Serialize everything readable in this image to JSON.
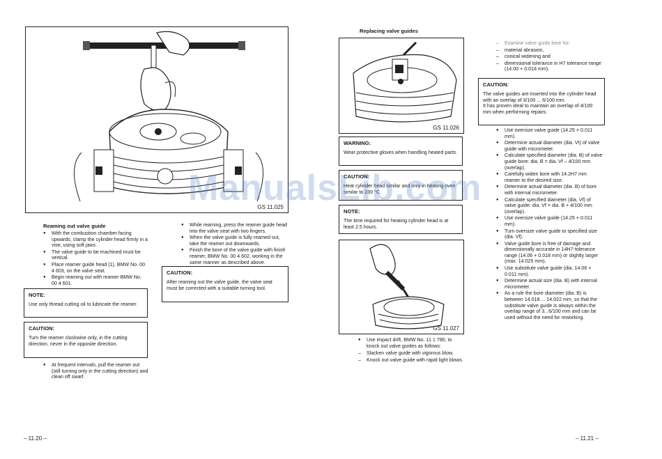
{
  "left_page": {
    "figure_main": {
      "caption": "GS 11.025"
    },
    "section_title": "Reaming out valve guide",
    "col1_bullets": [
      "With the combustion chamber facing upwards, clamp the cylinder head firmly in a vise, using soft jaws.",
      "The valve guide to be machined must be vertical.",
      "Place reamer guide head (1), BMW No. 00 4 603, on the valve seat.",
      "Begin reaming out with reamer BMW No. 00 4 601."
    ],
    "note1": {
      "title": "NOTE:",
      "text": "Use only thread cutting oil to lubricate the reamer."
    },
    "caution1": {
      "title": "CAUTION:",
      "text": "Turn the reamer clockwise only, in the cutting direction, never in the opposite direction."
    },
    "col1_bullets_2": [
      "At frequent intervals, pull the reamer out (still turning only in the cutting direction) and clean off swarf."
    ],
    "col2_bullets": [
      "While reaming, press the reamer guide head into the valve seat with two fingers.",
      "When the valve guide is fully reamed out, take the reamer out downwards.",
      "Finish the bore of the valve guide with finish reamer, BMW No. 00 4 602, working in the same manner as described above."
    ],
    "caution2": {
      "title": "CAUTION:",
      "text": "After reaming out the valve guide, the valve seat must be corrected with a suitable turning tool."
    },
    "page_number": "– 11.20 –"
  },
  "right_page": {
    "section_title": "Replacing valve guides",
    "figure_top": {
      "caption": "GS 11.026"
    },
    "warning": {
      "title": "WARNING:",
      "text": "Wear protective gloves when handling heated parts."
    },
    "caution_a": {
      "title": "CAUTION:",
      "text": "Heat cylinder head similar and only in heating oven similar to 230 °C."
    },
    "note": {
      "title": "NOTE:",
      "text": "The time required for heating cylinder head is at least 2.5 hours."
    },
    "figure_bottom": {
      "caption": "GS 11.027"
    },
    "col1_bullets": [
      "Use impact drift, BMW No. 11 1 780, to knock out valve guides as follows:"
    ],
    "col1_dashes": [
      "Slacken valve guide with vigorous blow,",
      "Knock out valve guide with rapid light blows."
    ],
    "col2_dashes_top": [
      "Examine valve guide bore for:",
      "material abrasion,",
      "conical widening and",
      "dimensional tolerance in H7 tolerance range (14.00 + 0.018 mm)."
    ],
    "caution_b": {
      "title": "CAUTION:",
      "text": "The valve guides are inserted into the cylinder head with an overlap of 3/100 ... 6/100 mm.",
      "text2": "It has proven ideal to maintain an overlap of 4/100 mm when performing repairs."
    },
    "col2_bullets": [
      "Use oversize valve guide (14.25 + 0.011 mm).",
      "Determine actual diameter (dia. Vt) of valve guide with micrometer.",
      "Calculate specified diameter (dia. B) of valve guide bore: dia. B = dia. Vf – 4/100 mm (overlap).",
      "Carefully widen bore with 14.2H7 mm reamer to the desired size.",
      "Determine actual diameter (dia. B) of bore with internal micrometer.",
      "Calculate specified diameter (dia. Vf) of valve guide: dia. Vf = dia. B + 4/100 mm (overlap).",
      "Use oversize valve guide (14.25 + 0.011 mm).",
      "Turn oversize valve guide to specified size (dia. Vf).",
      "Valve guide bore is free of damage and dimensionally accurate in 14H7-tolerance range (14.06 + 0.018 mm) or slightly larger (max. 14.025 mm).",
      "Use substitute valve guide (dia. 14.06 + 0.011 mm).",
      "Determine actual size (dia. B) with internal micrometer.",
      "As a rule the bore diameter (dia. B) is between 14.018 ... 14.022 mm, so that the substitute valve guide is always within the overlap range of 3...6/100 mm and can be used without the need for reworking."
    ],
    "page_number": "– 11.21 –"
  },
  "watermark": "ManualsLib.com"
}
